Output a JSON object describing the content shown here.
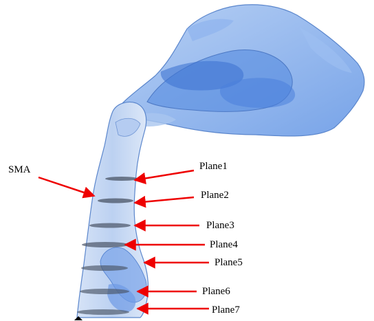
{
  "figure": {
    "labels": {
      "sma": "SMA",
      "plane1": "Plane1",
      "plane2": "Plane2",
      "plane3": "Plane3",
      "plane4": "Plane4",
      "plane5": "Plane5",
      "plane6": "Plane6",
      "plane7": "Plane7"
    },
    "colors": {
      "arrow": "#ee0000",
      "airway_fill": "#6f9fe8",
      "airway_light": "#c7d9f5",
      "airway_outline": "#5b86cc",
      "plane_slice": "#4a5466",
      "background": "#ffffff"
    }
  }
}
